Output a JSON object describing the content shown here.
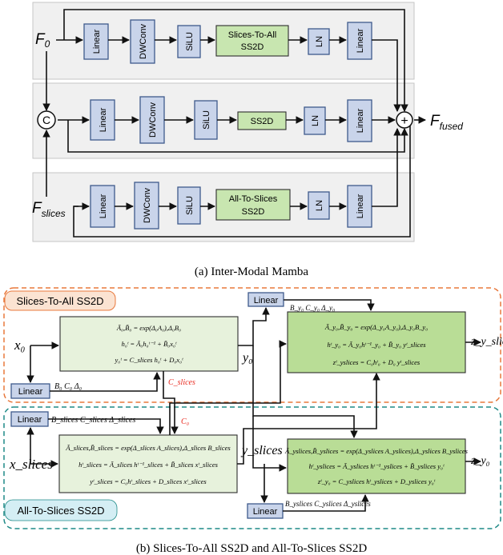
{
  "top": {
    "inputs": {
      "f0": "F",
      "f0_sub": "0",
      "fslices": "F",
      "fslices_sub": "slices",
      "concat": "C",
      "output": "F",
      "output_sub": "fused",
      "plus": "+"
    },
    "row1": {
      "linear": "Linear",
      "dwconv": "DWConv",
      "silu": "SiLU",
      "ss2d_line1": "Slices-To-All",
      "ss2d_line2": "SS2D",
      "ln": "LN",
      "linear2": "Linear"
    },
    "row2": {
      "linear": "Linear",
      "dwconv": "DWConv",
      "silu": "SiLU",
      "ss2d": "SS2D",
      "ln": "LN",
      "linear2": "Linear"
    },
    "row3": {
      "linear": "Linear",
      "dwconv": "DWConv",
      "silu": "SiLU",
      "ss2d_line1": "All-To-Slices",
      "ss2d_line2": "SS2D",
      "ln": "LN",
      "linear2": "Linear"
    },
    "caption": "(a) Inter-Modal Mamba"
  },
  "bottom": {
    "region1_label": "Slices-To-All SS2D",
    "region2_label": "All-To-Slices SS2D",
    "linear": "Linear",
    "x0": "x₀",
    "xslices": "x_slices",
    "y0": "y₀",
    "yslices": "y_slices",
    "zy_slices": "z_y_slices",
    "zy0": "z_y₀",
    "lbl_b0c0": "B₀ C₀ Δ₀",
    "lbl_bslices": "B_slices C_slices Δ_slices",
    "lbl_by0": "B_y₀ C_y₀ Δ_y₀",
    "lbl_byslices": "B_yslices C_yslices Δ_yslices",
    "lbl_cslices": "C_slices",
    "lbl_c0": "C₀",
    "eq_tl": [
      "Ā₀,B̄₀ = exp(Δ₀A₀),Δ₀B₀",
      "h₀ᵗ = Ā₀h₀ᵗ⁻¹ + B̄₀x₀ᵗ",
      "y₀ᵗ = C_slices h₀ᵗ + D₀x₀ᵗ"
    ],
    "eq_bl": [
      "Ā_slices,B̄_slices = exp(Δ_slices A_slices),Δ_slices B_slices",
      "hᵗ_slices = Ā_slices hᵗ⁻¹_slices + B̄_slices xᵗ_slices",
      "yᵗ_slices = C₀hᵗ_slices + D_slices xᵗ_slices"
    ],
    "eq_tr": [
      "Ā_y₀,B̄_y₀ = exp(Δ_y₀A_y₀),Δ_y₀B_y₀",
      "hᵗ_y₀ = Ā_y₀hᵗ⁻¹_y₀ + B̄_y₀ yᵗ_slices",
      "zᵗ_yslices = C₀hᵗ₀ + D₀ yᵗ_slices"
    ],
    "eq_br": [
      "Ā_yslices,B̄_yslices = exp(Δ_yslices A_yslices),Δ_yslices B_yslices",
      "hᵗ_yslices = Ā_yslices hᵗ⁻¹_yslices + B̄_yslices y₀ᵗ",
      "zᵗ_y₀ = C_yslices hᵗ_yslices + D_yslices y₀ᵗ"
    ],
    "caption": "(b) Slices-To-All SS2D and All-To-Slices SS2D"
  },
  "colors": {
    "block": "#c9d4ea",
    "green": "#c8e6b0",
    "orange": "#e8783c",
    "teal": "#1f8a87",
    "red": "#e8271c"
  }
}
